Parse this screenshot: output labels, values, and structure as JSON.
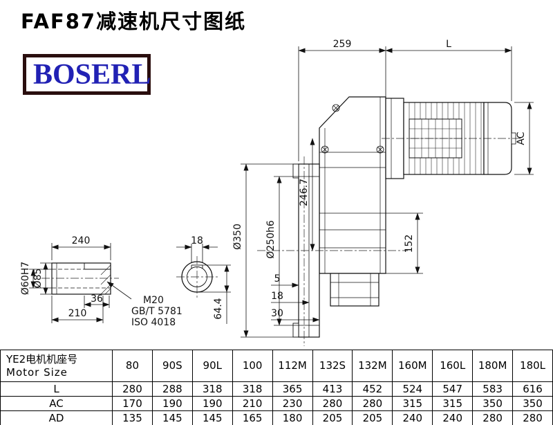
{
  "page": {
    "title": "FAF87减速机尺寸图纸",
    "logo_text": "BOSERL"
  },
  "drawing": {
    "dims": {
      "top_width": "259",
      "motor_length": "L",
      "motor_diameter": "AC",
      "flange_diameter": "Ø350",
      "spigot_diameter": "Ø250h6",
      "axis_height": "246.7",
      "bottom_height": "152",
      "step_5": "5",
      "step_18": "18",
      "step_30": "30",
      "shaft_length": "240",
      "key_width": "18",
      "hub_diameter": "Ø85",
      "bore_diameter": "Ø60H7",
      "key_length": "36",
      "hub_length": "210",
      "thread": "M20",
      "thread_std_gb": "GB/T 5781",
      "thread_std_iso": "ISO 4018",
      "key_depth": "64.4"
    }
  },
  "table": {
    "header_cn": "YE2电机机座号",
    "header_en": "Motor Size",
    "columns": [
      "80",
      "90S",
      "90L",
      "100",
      "112M",
      "132S",
      "132M",
      "160M",
      "160L",
      "180M",
      "180L"
    ],
    "rows": [
      {
        "label": "L",
        "values": [
          "280",
          "288",
          "318",
          "318",
          "365",
          "413",
          "452",
          "524",
          "547",
          "583",
          "616"
        ]
      },
      {
        "label": "AC",
        "values": [
          "170",
          "190",
          "190",
          "210",
          "230",
          "280",
          "280",
          "315",
          "315",
          "350",
          "350"
        ]
      },
      {
        "label": "AD",
        "values": [
          "135",
          "145",
          "145",
          "165",
          "180",
          "205",
          "205",
          "240",
          "240",
          "280",
          "280"
        ]
      }
    ]
  }
}
